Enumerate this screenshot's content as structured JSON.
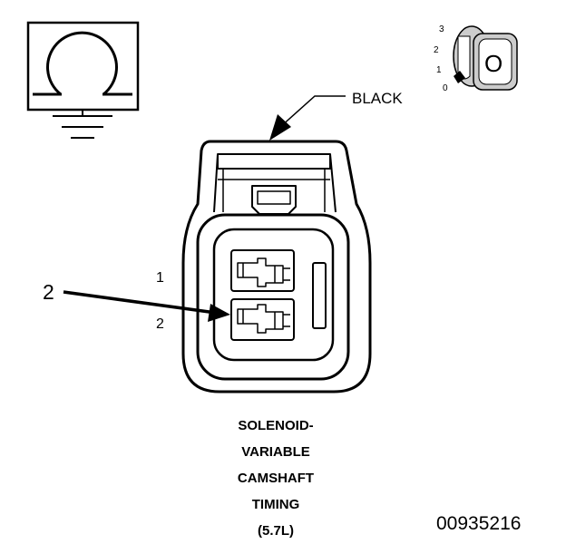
{
  "labels": {
    "connector_color": "BLACK",
    "pin_1": "1",
    "pin_2": "2",
    "callout_number": "2"
  },
  "ignition_key": {
    "positions": [
      "3",
      "2",
      "1",
      "0"
    ],
    "letter": "O"
  },
  "caption": {
    "lines": [
      "SOLENOID-",
      "VARIABLE",
      "CAMSHAFT",
      "TIMING",
      "(5.7L)"
    ]
  },
  "drawing_number": "00935216",
  "colors": {
    "ink": "#000000",
    "background": "#ffffff",
    "key_shade": "#cccccc"
  }
}
